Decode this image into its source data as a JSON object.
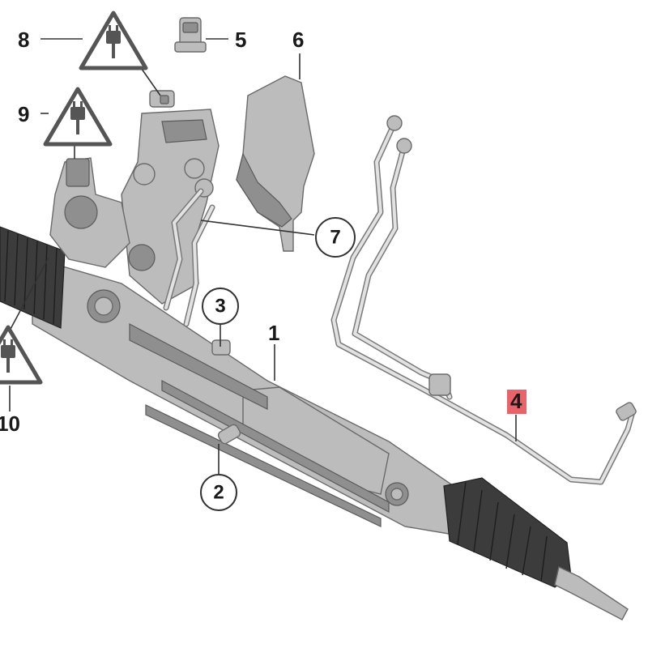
{
  "diagram": {
    "callouts": [
      {
        "id": "1",
        "label": "1",
        "style": "plain"
      },
      {
        "id": "2",
        "label": "2",
        "style": "circled"
      },
      {
        "id": "3",
        "label": "3",
        "style": "circled"
      },
      {
        "id": "4",
        "label": "4",
        "style": "highlighted",
        "highlight_color": "#e8636a"
      },
      {
        "id": "5",
        "label": "5",
        "style": "plain"
      },
      {
        "id": "6",
        "label": "6",
        "style": "plain"
      },
      {
        "id": "7",
        "label": "7",
        "style": "circled"
      },
      {
        "id": "8",
        "label": "8",
        "style": "plain",
        "icon": "electrical-warning-icon"
      },
      {
        "id": "9",
        "label": "9",
        "style": "plain",
        "icon": "electrical-warning-icon"
      },
      {
        "id": "10",
        "label": "10",
        "style": "plain",
        "icon": "electrical-warning-icon"
      }
    ],
    "colors": {
      "part_fill": "#bcbcbc",
      "rubber_boot": "#3c3c3c",
      "line": "#333333",
      "highlight": "#e8636a"
    }
  }
}
